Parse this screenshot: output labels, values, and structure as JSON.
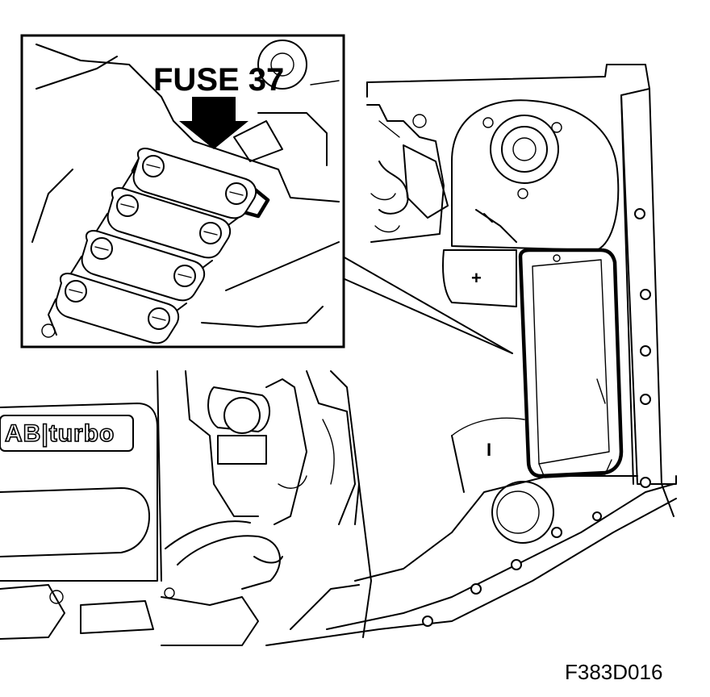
{
  "callout_label": "FUSE 37",
  "brand_badge": "AB|turbo",
  "figure_id": "F383D016",
  "terminal_plus_symbol": "+",
  "terminal_minus_symbol": "I"
}
